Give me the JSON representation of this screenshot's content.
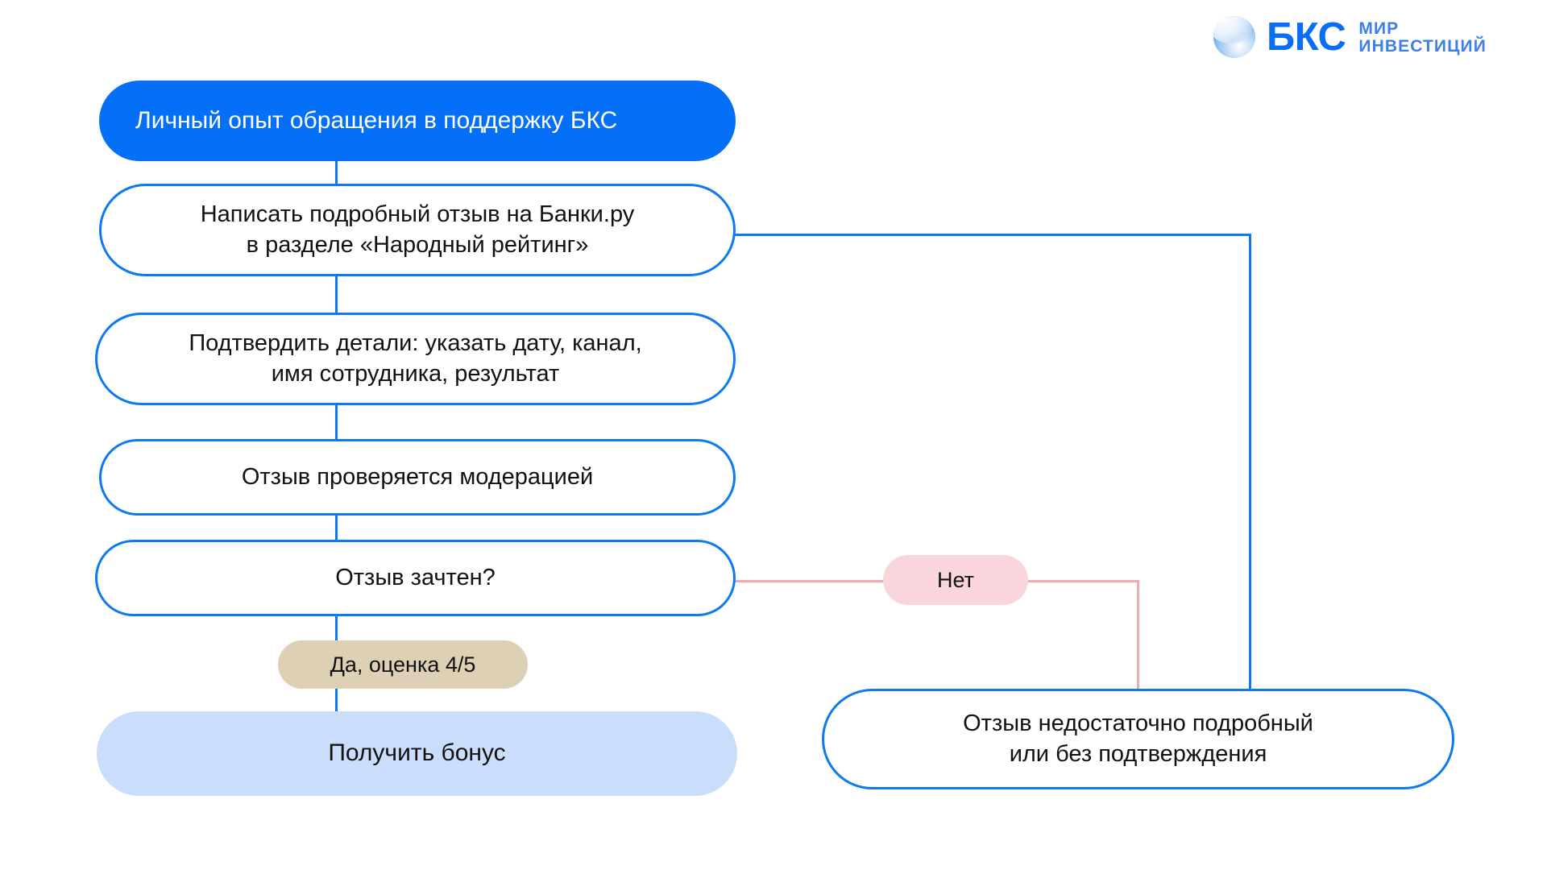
{
  "brand": {
    "logo_icon": "bks-sphere-icon",
    "wordmark": "БКС",
    "line1": "МИР",
    "line2": "ИНВЕСТИЦИЙ",
    "accent_color": "#0a6ef5"
  },
  "colors": {
    "primary_blue": "#0570f7",
    "outline_blue": "#0e7af0",
    "soft_blue": "#cadefb",
    "beige": "#ddd0b4",
    "pink": "#f9d6dc",
    "pink_line": "#efaab2",
    "text_dark": "#111111",
    "text_light": "#ffffff"
  },
  "flow": {
    "nodes": [
      {
        "id": "start",
        "label": "Личный опыт обращения в поддержку БКС",
        "style": "filled-blue"
      },
      {
        "id": "write-review",
        "label": "Написать подробный отзыв на Банки.ру\nв разделе «Народный рейтинг»",
        "style": "outline"
      },
      {
        "id": "confirm",
        "label": "Подтвердить детали: указать дату, канал,\nимя сотрудника, результат",
        "style": "outline"
      },
      {
        "id": "moderation",
        "label": "Отзыв проверяется модерацией",
        "style": "outline"
      },
      {
        "id": "decision",
        "label": "Отзыв зачтен?",
        "style": "outline"
      },
      {
        "id": "bonus",
        "label": "Получить бонус",
        "style": "soft-blue"
      },
      {
        "id": "rejected",
        "label": "Отзыв недостаточно подробный\nили без подтверждения",
        "style": "outline"
      }
    ],
    "labels": [
      {
        "id": "yes",
        "label": "Да, оценка 4/5",
        "style": "beige"
      },
      {
        "id": "no",
        "label": "Нет",
        "style": "pink"
      }
    ]
  }
}
